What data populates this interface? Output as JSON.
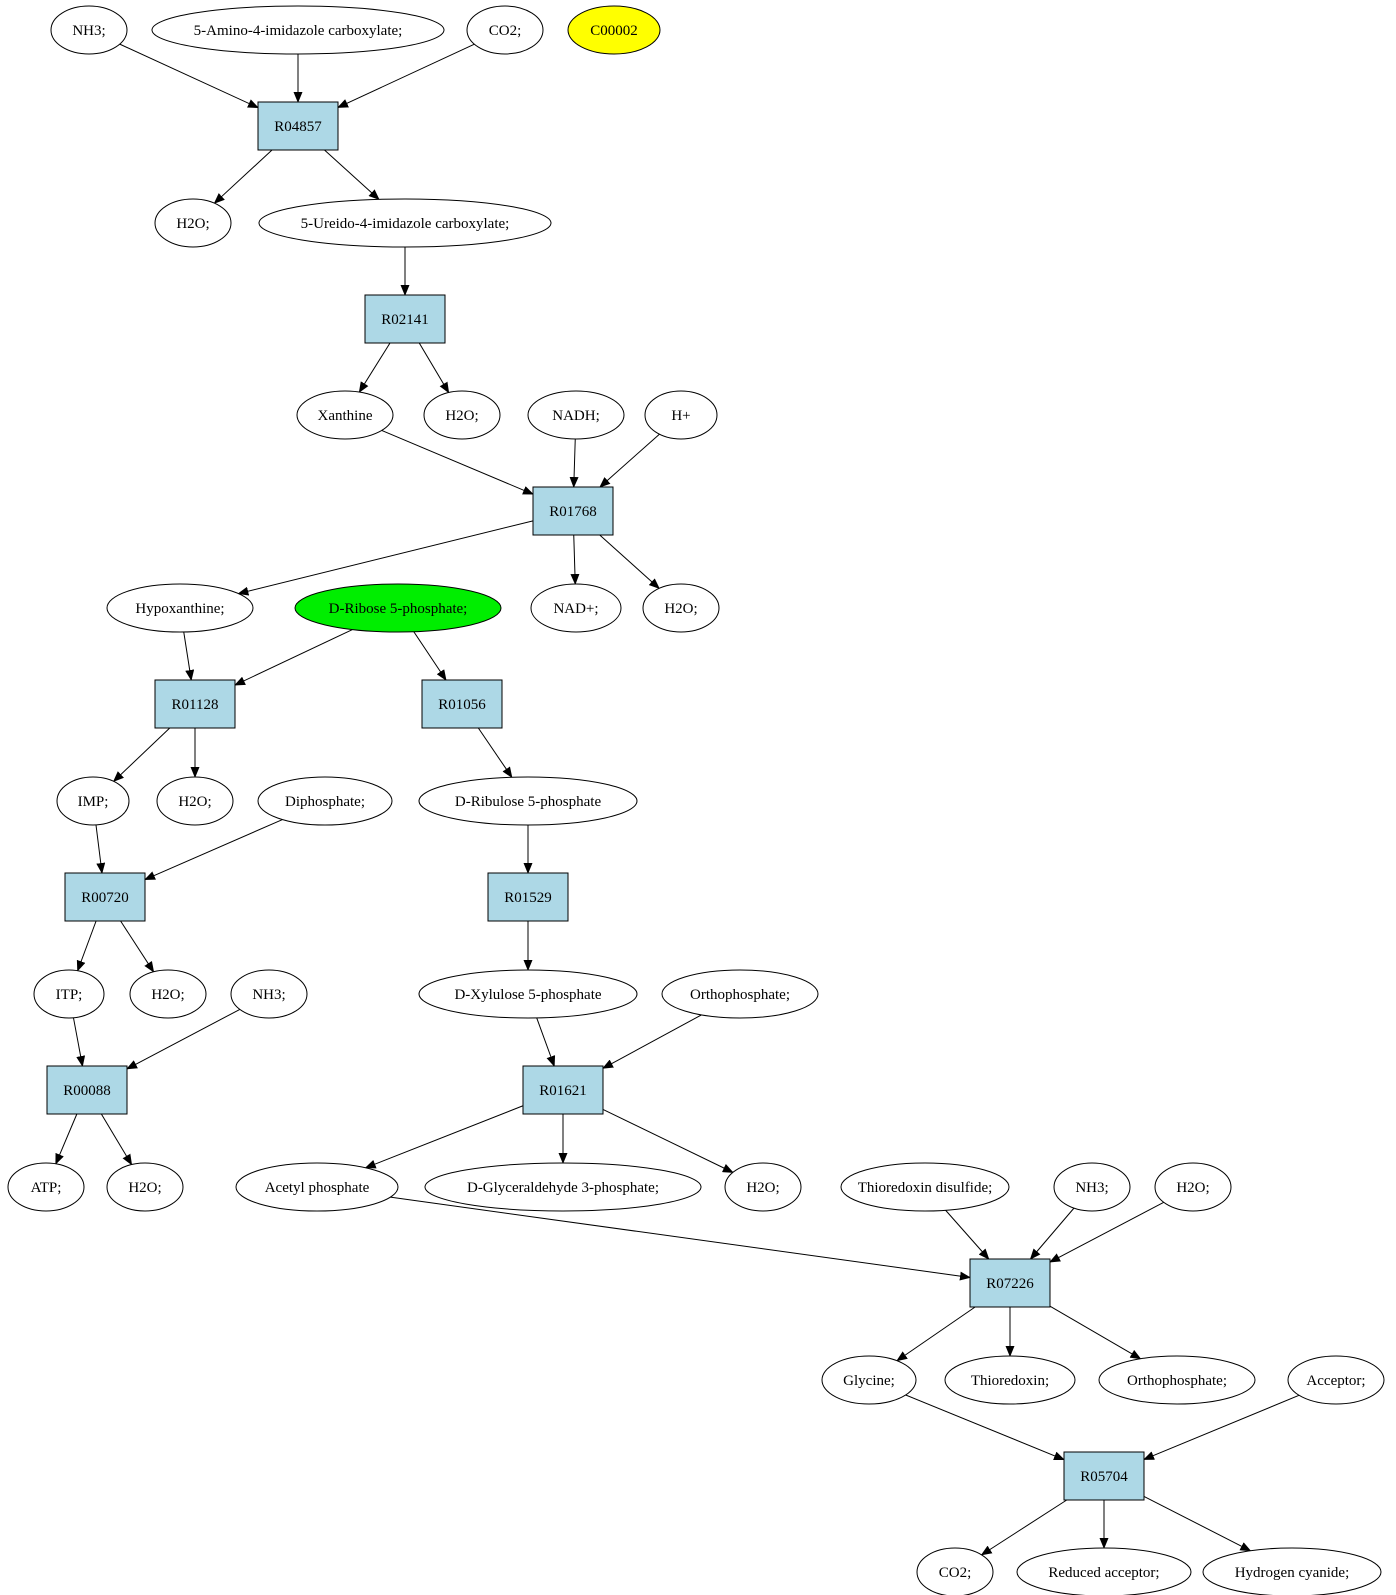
{
  "colors": {
    "reaction_fill": "#add8e6",
    "compound_fill": "#ffffff",
    "highlight_yellow": "#ffff00",
    "highlight_green": "#00ee00",
    "stroke": "#000000"
  },
  "nodes": [
    {
      "id": "nh3_a",
      "label": "NH3;",
      "kind": "compound"
    },
    {
      "id": "aicar",
      "label": "5-Amino-4-imidazole carboxylate;",
      "kind": "compound"
    },
    {
      "id": "co2_a",
      "label": "CO2;",
      "kind": "compound"
    },
    {
      "id": "c00002",
      "label": "C00002",
      "kind": "compound",
      "highlight": "yellow"
    },
    {
      "id": "r04857",
      "label": "R04857",
      "kind": "reaction"
    },
    {
      "id": "h2o_a",
      "label": "H2O;",
      "kind": "compound"
    },
    {
      "id": "ureido",
      "label": "5-Ureido-4-imidazole carboxylate;",
      "kind": "compound"
    },
    {
      "id": "r02141",
      "label": "R02141",
      "kind": "reaction"
    },
    {
      "id": "xanthine",
      "label": "Xanthine",
      "kind": "compound"
    },
    {
      "id": "h2o_b",
      "label": "H2O;",
      "kind": "compound"
    },
    {
      "id": "nadh",
      "label": "NADH;",
      "kind": "compound"
    },
    {
      "id": "hplus",
      "label": "H+",
      "kind": "compound"
    },
    {
      "id": "r01768",
      "label": "R01768",
      "kind": "reaction"
    },
    {
      "id": "hypoxanthine",
      "label": "Hypoxanthine;",
      "kind": "compound"
    },
    {
      "id": "ribose5p",
      "label": "D-Ribose 5-phosphate;",
      "kind": "compound",
      "highlight": "green"
    },
    {
      "id": "nadplus",
      "label": "NAD+;",
      "kind": "compound"
    },
    {
      "id": "h2o_c",
      "label": "H2O;",
      "kind": "compound"
    },
    {
      "id": "r01128",
      "label": "R01128",
      "kind": "reaction"
    },
    {
      "id": "r01056",
      "label": "R01056",
      "kind": "reaction"
    },
    {
      "id": "imp",
      "label": "IMP;",
      "kind": "compound"
    },
    {
      "id": "h2o_d",
      "label": "H2O;",
      "kind": "compound"
    },
    {
      "id": "diphosphate",
      "label": "Diphosphate;",
      "kind": "compound"
    },
    {
      "id": "ribulose5p",
      "label": "D-Ribulose 5-phosphate",
      "kind": "compound"
    },
    {
      "id": "r00720",
      "label": "R00720",
      "kind": "reaction"
    },
    {
      "id": "r01529",
      "label": "R01529",
      "kind": "reaction"
    },
    {
      "id": "itp",
      "label": "ITP;",
      "kind": "compound"
    },
    {
      "id": "h2o_e",
      "label": "H2O;",
      "kind": "compound"
    },
    {
      "id": "nh3_b",
      "label": "NH3;",
      "kind": "compound"
    },
    {
      "id": "xylulose5p",
      "label": "D-Xylulose 5-phosphate",
      "kind": "compound"
    },
    {
      "id": "ortho_a",
      "label": "Orthophosphate;",
      "kind": "compound"
    },
    {
      "id": "r00088",
      "label": "R00088",
      "kind": "reaction"
    },
    {
      "id": "r01621",
      "label": "R01621",
      "kind": "reaction"
    },
    {
      "id": "atp",
      "label": "ATP;",
      "kind": "compound"
    },
    {
      "id": "h2o_f",
      "label": "H2O;",
      "kind": "compound"
    },
    {
      "id": "acetylp",
      "label": "Acetyl phosphate",
      "kind": "compound"
    },
    {
      "id": "g3p",
      "label": "D-Glyceraldehyde 3-phosphate;",
      "kind": "compound"
    },
    {
      "id": "h2o_g",
      "label": "H2O;",
      "kind": "compound"
    },
    {
      "id": "trxss",
      "label": "Thioredoxin disulfide;",
      "kind": "compound"
    },
    {
      "id": "nh3_c",
      "label": "NH3;",
      "kind": "compound"
    },
    {
      "id": "h2o_h",
      "label": "H2O;",
      "kind": "compound"
    },
    {
      "id": "r07226",
      "label": "R07226",
      "kind": "reaction"
    },
    {
      "id": "glycine",
      "label": "Glycine;",
      "kind": "compound"
    },
    {
      "id": "trx",
      "label": "Thioredoxin;",
      "kind": "compound"
    },
    {
      "id": "ortho_b",
      "label": "Orthophosphate;",
      "kind": "compound"
    },
    {
      "id": "acceptor",
      "label": "Acceptor;",
      "kind": "compound"
    },
    {
      "id": "r05704",
      "label": "R05704",
      "kind": "reaction"
    },
    {
      "id": "co2_b",
      "label": "CO2;",
      "kind": "compound"
    },
    {
      "id": "redacc",
      "label": "Reduced acceptor;",
      "kind": "compound"
    },
    {
      "id": "hcn",
      "label": "Hydrogen cyanide;",
      "kind": "compound"
    }
  ],
  "edges": [
    [
      "nh3_a",
      "r04857"
    ],
    [
      "aicar",
      "r04857"
    ],
    [
      "co2_a",
      "r04857"
    ],
    [
      "r04857",
      "h2o_a"
    ],
    [
      "r04857",
      "ureido"
    ],
    [
      "ureido",
      "r02141"
    ],
    [
      "r02141",
      "xanthine"
    ],
    [
      "r02141",
      "h2o_b"
    ],
    [
      "xanthine",
      "r01768"
    ],
    [
      "nadh",
      "r01768"
    ],
    [
      "hplus",
      "r01768"
    ],
    [
      "r01768",
      "hypoxanthine"
    ],
    [
      "r01768",
      "nadplus"
    ],
    [
      "r01768",
      "h2o_c"
    ],
    [
      "hypoxanthine",
      "r01128"
    ],
    [
      "ribose5p",
      "r01128"
    ],
    [
      "ribose5p",
      "r01056"
    ],
    [
      "r01128",
      "imp"
    ],
    [
      "r01128",
      "h2o_d"
    ],
    [
      "r01056",
      "ribulose5p"
    ],
    [
      "imp",
      "r00720"
    ],
    [
      "diphosphate",
      "r00720"
    ],
    [
      "ribulose5p",
      "r01529"
    ],
    [
      "r00720",
      "itp"
    ],
    [
      "r00720",
      "h2o_e"
    ],
    [
      "r01529",
      "xylulose5p"
    ],
    [
      "itp",
      "r00088"
    ],
    [
      "nh3_b",
      "r00088"
    ],
    [
      "xylulose5p",
      "r01621"
    ],
    [
      "ortho_a",
      "r01621"
    ],
    [
      "r00088",
      "atp"
    ],
    [
      "r00088",
      "h2o_f"
    ],
    [
      "r01621",
      "acetylp"
    ],
    [
      "r01621",
      "g3p"
    ],
    [
      "r01621",
      "h2o_g"
    ],
    [
      "acetylp",
      "r07226"
    ],
    [
      "trxss",
      "r07226"
    ],
    [
      "nh3_c",
      "r07226"
    ],
    [
      "h2o_h",
      "r07226"
    ],
    [
      "r07226",
      "glycine"
    ],
    [
      "r07226",
      "trx"
    ],
    [
      "r07226",
      "ortho_b"
    ],
    [
      "glycine",
      "r05704"
    ],
    [
      "acceptor",
      "r05704"
    ],
    [
      "r05704",
      "co2_b"
    ],
    [
      "r05704",
      "redacc"
    ],
    [
      "r05704",
      "hcn"
    ]
  ]
}
